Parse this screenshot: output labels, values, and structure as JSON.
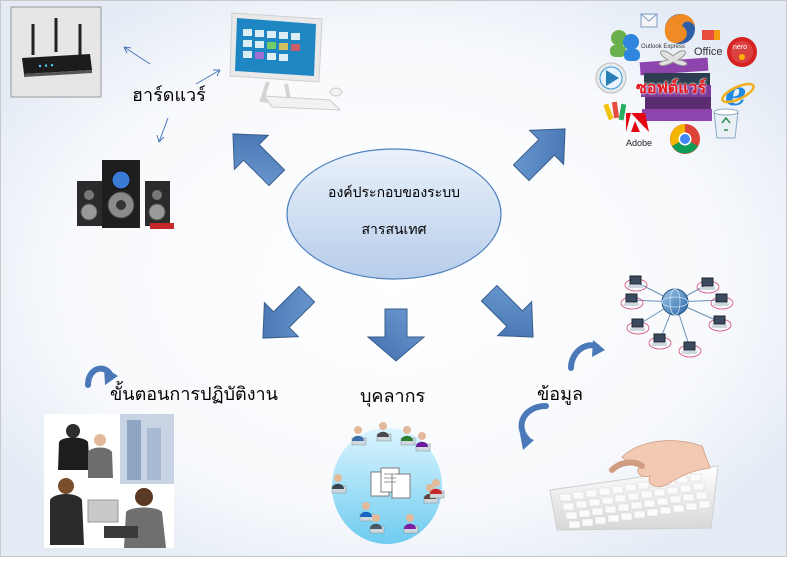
{
  "center": {
    "line1": "องค์ประกอบของระบบ",
    "line2": "สารสนเทศ"
  },
  "labels": {
    "hardware": "ฮาร์ดแวร์",
    "software": "ซอฟต์แวร์",
    "procedure": "ขั้นตอนการปฏิบัติงาน",
    "people": "บุคลากร",
    "data": "ข้อมูล"
  },
  "software_icons": {
    "outlook": "Outlook Express",
    "office": "Office",
    "nero": "nero",
    "adobe": "Adobe"
  },
  "colors": {
    "arrow": "#4f81bd",
    "arrow_stroke": "#385d8a",
    "ellipse_top": "#eaf1fb",
    "ellipse_bottom": "#b7cdea",
    "ellipse_stroke": "#4f81bd",
    "background_glow": "#e4ebf5"
  }
}
